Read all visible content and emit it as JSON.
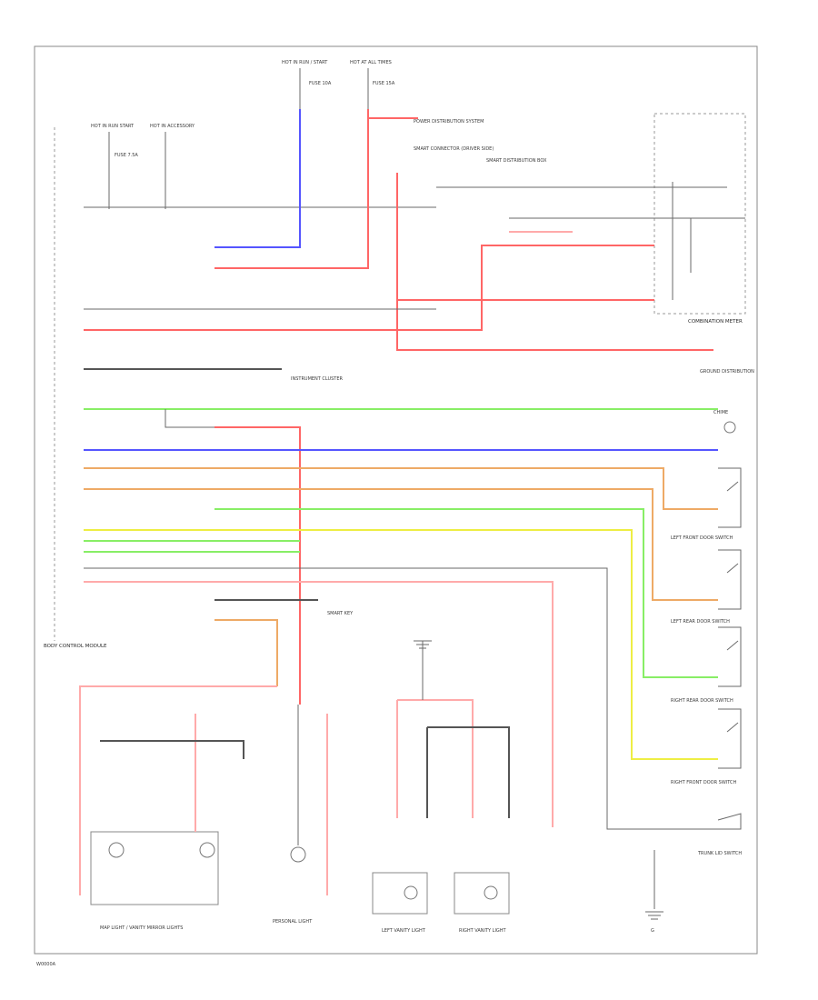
{
  "wire_colors": {
    "red": "#ff6666",
    "pink": "#ffaaaa",
    "blue": "#5555ff",
    "green": "#88ee66",
    "yellow": "#eeee44",
    "orange": "#eeaa66",
    "black": "#555555",
    "gray": "#bbbbbb"
  },
  "labels": {
    "hot_run_start": "HOT IN RUN / START",
    "hot_all_times": "HOT AT ALL TIMES",
    "hot_run_start_2": "HOT IN RUN START",
    "hot_accessory": "HOT IN ACCESSORY",
    "fuse_10a": "FUSE 10A",
    "fuse_15a": "FUSE 15A",
    "fuse_7_5a": "FUSE 7.5A",
    "power_distribution": "POWER DISTRIBUTION SYSTEM",
    "smart_connector": "SMART CONNECTOR (DRIVER SIDE)",
    "sensor_cluster": "SMART DISTRIBUTION BOX",
    "data_link": "INSTRUMENT CLUSTER",
    "ground_dist": "GROUND DISTRIBUTION",
    "combination_meter": "COMBINATION METER",
    "chime": "CHIME",
    "door_switch_lf": "LEFT FRONT DOOR SWITCH",
    "door_switch_lr": "LEFT REAR DOOR SWITCH",
    "door_switch_rr": "RIGHT REAR DOOR SWITCH",
    "door_switch_rf": "RIGHT FRONT DOOR SWITCH",
    "trunk_switch": "TRUNK LID SWITCH",
    "body_control": "BODY CONTROL MODULE",
    "smart_key": "SMART KEY",
    "map_light": "MAP LIGHT / VANITY MIRROR LIGHTS",
    "personal_light": "PERSONAL LIGHT",
    "left_vanity": "LEFT VANITY LIGHT",
    "right_vanity": "RIGHT VANITY LIGHT",
    "ground": "G",
    "footer": "W0000A"
  }
}
